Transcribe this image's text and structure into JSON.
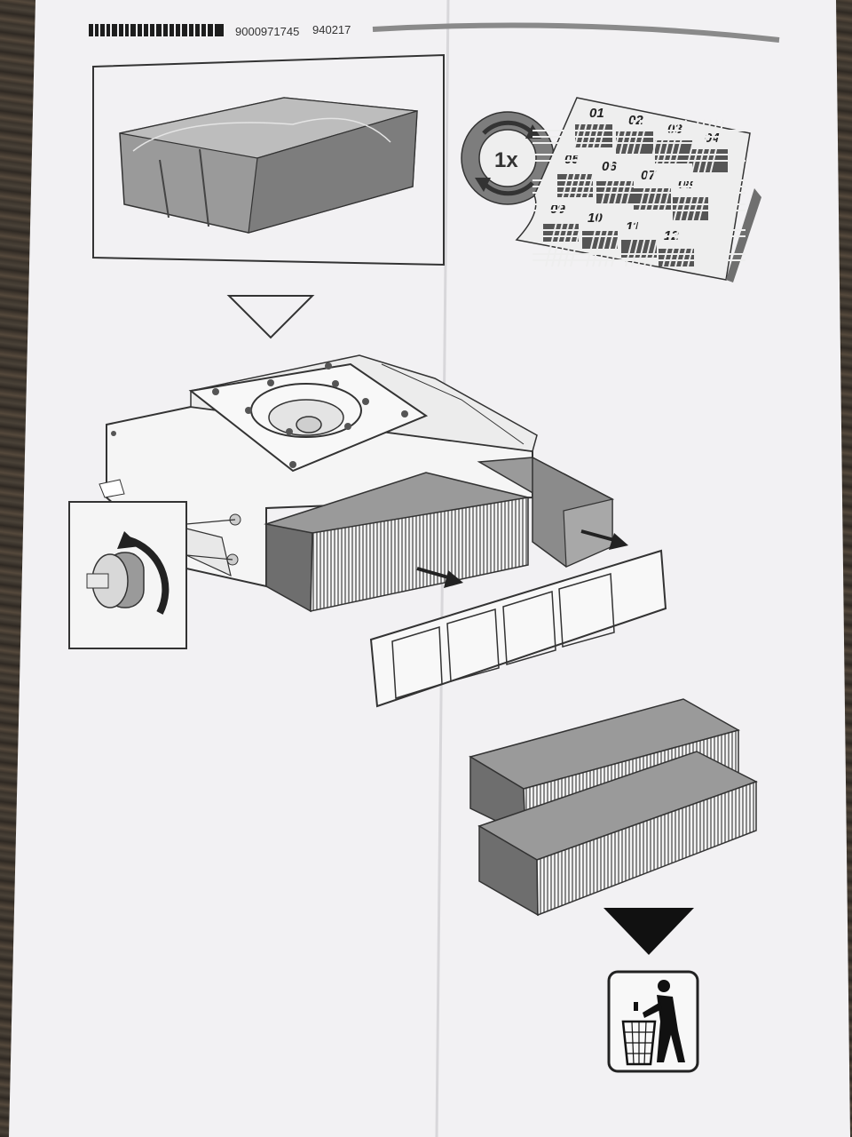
{
  "header": {
    "part_number": "9000971745",
    "date_code": "940217"
  },
  "icons": {
    "rotation_badge_text": "1x",
    "recycle": "trash-bin-icon"
  },
  "calendar": {
    "months": [
      "01",
      "02",
      "03",
      "04",
      "05",
      "06",
      "07",
      "08",
      "09",
      "10",
      "11",
      "12"
    ]
  },
  "colors": {
    "paper": "#f2f1f3",
    "ink": "#2a2a2a",
    "gray_fill": "#8f8f8f",
    "wood": "#3b342c"
  }
}
